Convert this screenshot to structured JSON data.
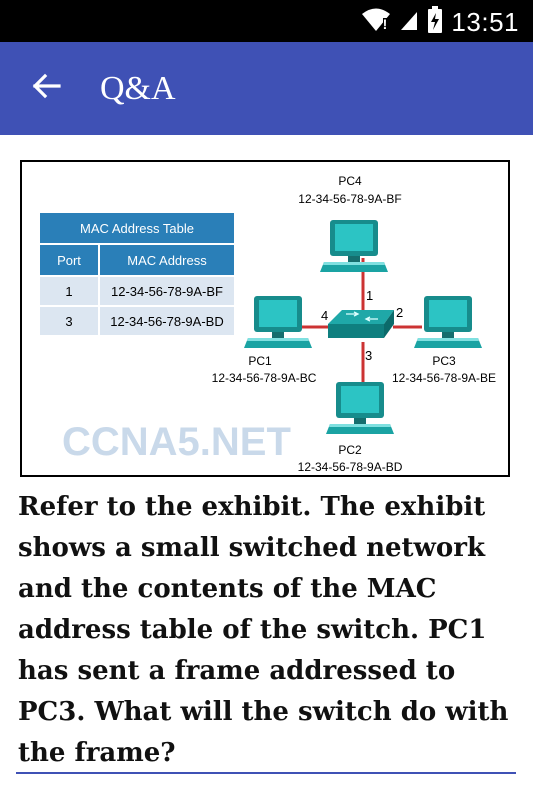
{
  "status_bar": {
    "time": "13:51",
    "icons": [
      "wifi-icon",
      "cellular-signal-icon",
      "battery-charging-icon"
    ]
  },
  "app_bar": {
    "title": "Q&A",
    "back_icon": "arrow-left-icon",
    "color": "#3f51b5"
  },
  "exhibit": {
    "mac_table": {
      "title": "MAC Address Table",
      "headers": [
        "Port",
        "MAC Address"
      ],
      "rows": [
        {
          "port": "1",
          "mac": "12-34-56-78-9A-BF"
        },
        {
          "port": "3",
          "mac": "12-34-56-78-9A-BD"
        }
      ]
    },
    "devices": [
      {
        "name": "PC4",
        "mac": "12-34-56-78-9A-BF"
      },
      {
        "name": "PC1",
        "mac": "12-34-56-78-9A-BC"
      },
      {
        "name": "PC3",
        "mac": "12-34-56-78-9A-BE"
      },
      {
        "name": "PC2",
        "mac": "12-34-56-78-9A-BD"
      }
    ],
    "ports": [
      "1",
      "2",
      "3",
      "4"
    ],
    "watermark": "CCNA5.NET"
  },
  "question": {
    "text": "Refer to the exhibit. The exhibit shows a small switched network and the contents of the MAC address table of the switch. PC1 has sent a frame addressed to PC3. What will the switch do with the frame?"
  }
}
